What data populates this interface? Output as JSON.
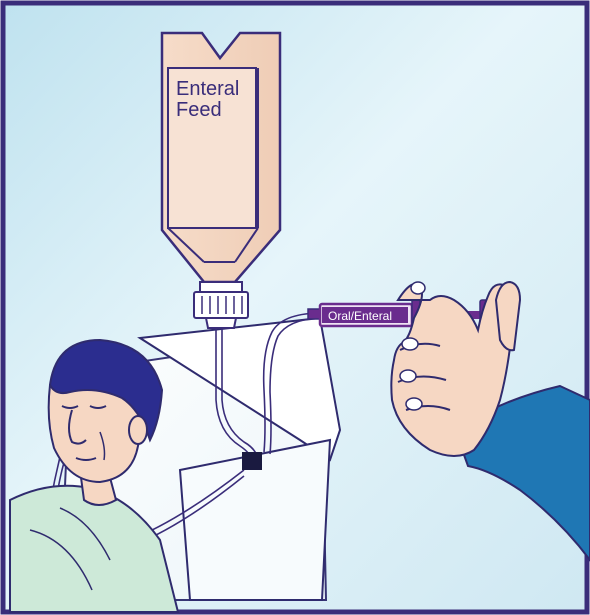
{
  "bag": {
    "label_line1": "Enteral",
    "label_line2": "Feed"
  },
  "syringe": {
    "label": "Oral/Enteral"
  },
  "colors": {
    "frame_border": "#3a2d7a",
    "background_light": "#e9f6fb",
    "background_mid": "#cfe9f3",
    "bag_fill": "#f5d9c4",
    "bag_outline": "#3a2d7a",
    "syringe_purple": "#6a2c8e",
    "skin": "#f6d7c3",
    "hair": "#2b2d8f",
    "gown": "#cde9d8",
    "sleeve": "#1f77b4",
    "pillow": "#ffffff"
  },
  "icons": {
    "bag": "enteral-feed-bag-icon",
    "syringe": "oral-enteral-syringe-icon",
    "patient": "patient-icon",
    "hand": "hand-icon"
  }
}
